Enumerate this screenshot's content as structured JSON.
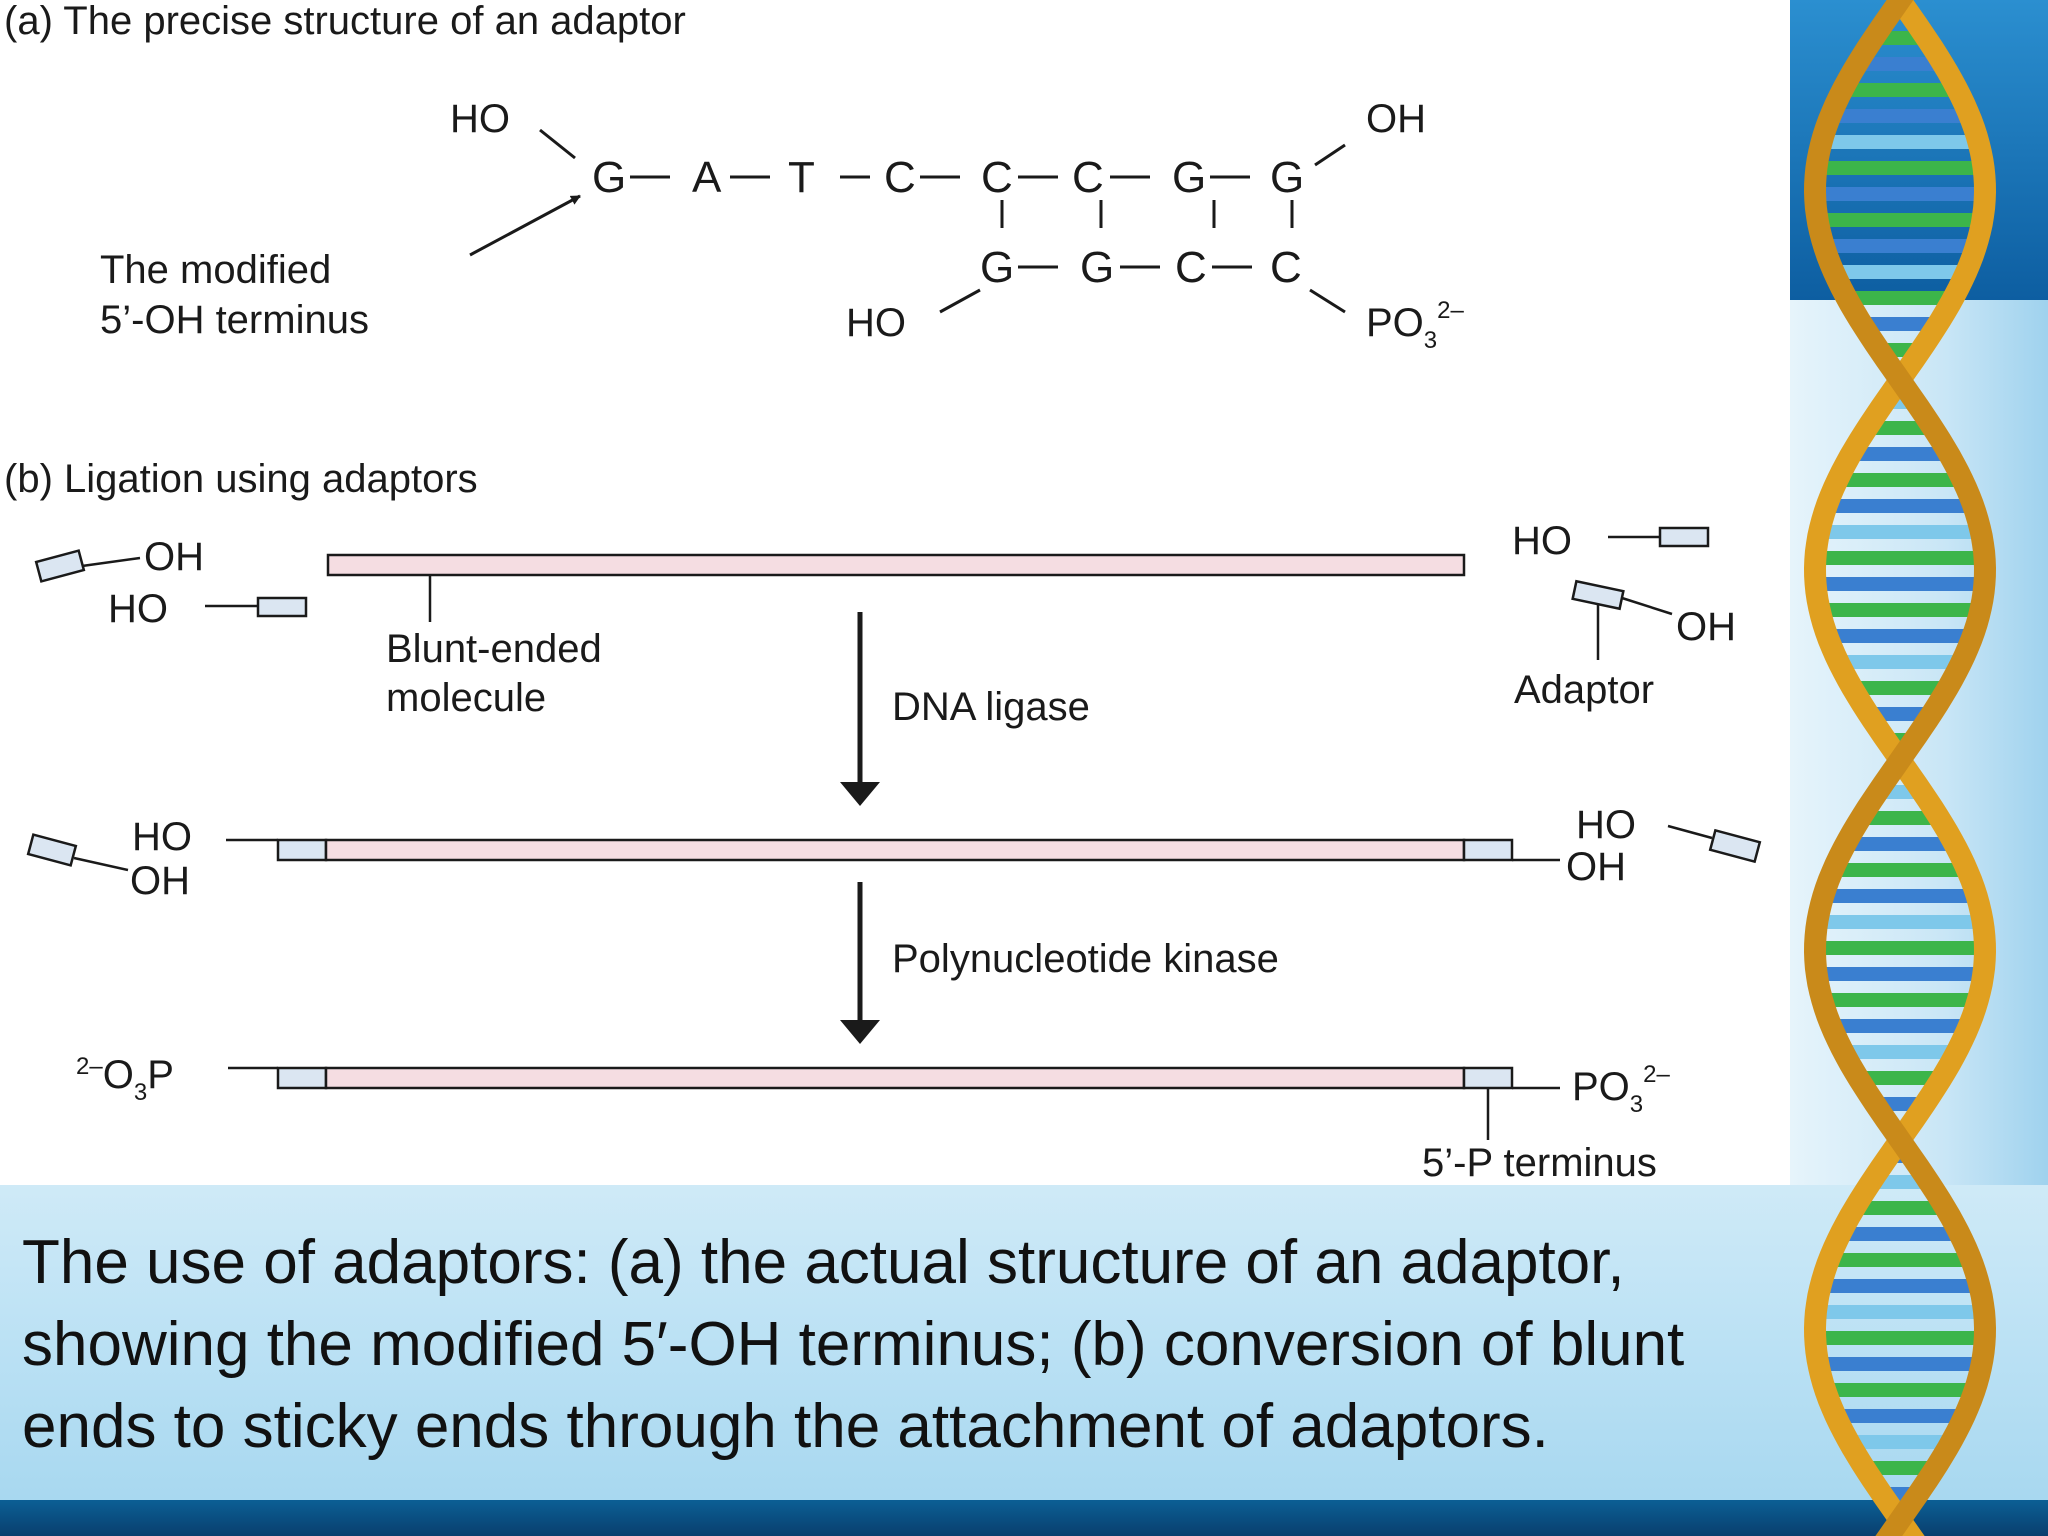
{
  "panel_a": {
    "title": "(a) The precise structure of an adaptor",
    "top_strand": [
      "G",
      "A",
      "T",
      "C",
      "C",
      "C",
      "G",
      "G"
    ],
    "bottom_strand": [
      "G",
      "G",
      "C",
      "C"
    ],
    "ho_top_left": "HO",
    "oh_top_right": "OH",
    "ho_bottom_left": "HO",
    "po3_main": "PO",
    "po3_sub": "3",
    "po3_sup": "2–",
    "annotation_line1": "The modified",
    "annotation_line2": "5’-OH terminus"
  },
  "panel_b": {
    "title": "(b) Ligation using adaptors",
    "oh_left": "OH",
    "ho_left": "HO",
    "ho_right": "HO",
    "oh_right": "OH",
    "blunt_label_line1": "Blunt-ended",
    "blunt_label_line2": "molecule",
    "adaptor_label": "Adaptor",
    "step1_label": "DNA ligase",
    "row2_ho_left": "HO",
    "row2_oh_left": "OH",
    "row2_ho_right": "HO",
    "row2_oh_right": "OH",
    "step2_label": "Polynucleotide kinase",
    "row3_left_sup": "2–",
    "row3_left_o": "O",
    "row3_left_sub": "3",
    "row3_left_p": "P",
    "row3_right_main": "PO",
    "row3_right_sub": "3",
    "row3_right_sup": "2–",
    "terminus_label": "5’-P terminus"
  },
  "caption": {
    "line1": "The use of adaptors: (a) the actual structure of an adaptor,",
    "line2": "showing the modified 5′-OH terminus; (b) conversion of blunt",
    "line3": "ends to sticky ends through the attachment of adaptors."
  },
  "colors": {
    "molecule_fill": "#f5dde2",
    "adaptor_fill": "#dbe6f2",
    "helix_gold": "#e0a020",
    "helix_green": "#3cb54a",
    "helix_blue": "#3a7fd0"
  }
}
